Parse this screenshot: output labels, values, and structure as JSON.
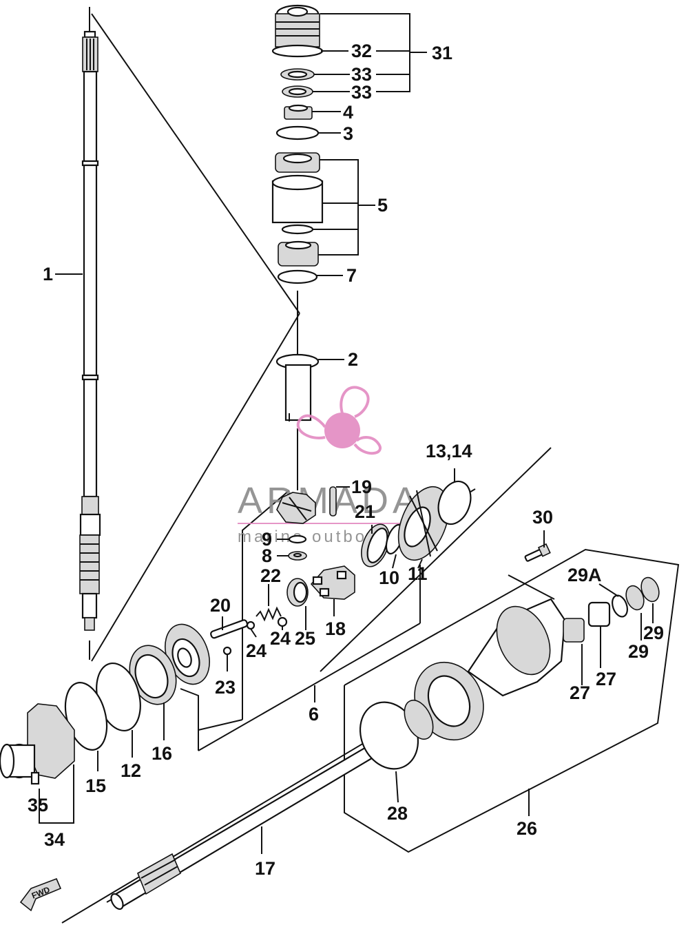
{
  "watermark": {
    "brand": "ARMADA",
    "tagline": "marine outboards",
    "colors": {
      "propeller": "#e38ac1",
      "text": "#8a8a8a",
      "underline": "#e38ac1"
    }
  },
  "fwd_arrow": {
    "label": "FWD",
    "icon": "fwd-arrow-icon"
  },
  "parts": [
    {
      "id": "1",
      "label": "1"
    },
    {
      "id": "2",
      "label": "2"
    },
    {
      "id": "3",
      "label": "3"
    },
    {
      "id": "4",
      "label": "4"
    },
    {
      "id": "5",
      "label": "5"
    },
    {
      "id": "6",
      "label": "6"
    },
    {
      "id": "7",
      "label": "7"
    },
    {
      "id": "8",
      "label": "8"
    },
    {
      "id": "9",
      "label": "9"
    },
    {
      "id": "10",
      "label": "10"
    },
    {
      "id": "11",
      "label": "11"
    },
    {
      "id": "12",
      "label": "12"
    },
    {
      "id": "13-14",
      "label": "13,14"
    },
    {
      "id": "15",
      "label": "15"
    },
    {
      "id": "16",
      "label": "16"
    },
    {
      "id": "17",
      "label": "17"
    },
    {
      "id": "18",
      "label": "18"
    },
    {
      "id": "19",
      "label": "19"
    },
    {
      "id": "20",
      "label": "20"
    },
    {
      "id": "21",
      "label": "21"
    },
    {
      "id": "22",
      "label": "22"
    },
    {
      "id": "23",
      "label": "23"
    },
    {
      "id": "24a",
      "label": "24"
    },
    {
      "id": "24b",
      "label": "24"
    },
    {
      "id": "25",
      "label": "25"
    },
    {
      "id": "26",
      "label": "26"
    },
    {
      "id": "27a",
      "label": "27"
    },
    {
      "id": "27b",
      "label": "27"
    },
    {
      "id": "28",
      "label": "28"
    },
    {
      "id": "29a",
      "label": "29"
    },
    {
      "id": "29b",
      "label": "29"
    },
    {
      "id": "29A",
      "label": "29A"
    },
    {
      "id": "30",
      "label": "30"
    },
    {
      "id": "31",
      "label": "31"
    },
    {
      "id": "32",
      "label": "32"
    },
    {
      "id": "33a",
      "label": "33"
    },
    {
      "id": "33b",
      "label": "33"
    },
    {
      "id": "34",
      "label": "34"
    },
    {
      "id": "35",
      "label": "35"
    }
  ]
}
